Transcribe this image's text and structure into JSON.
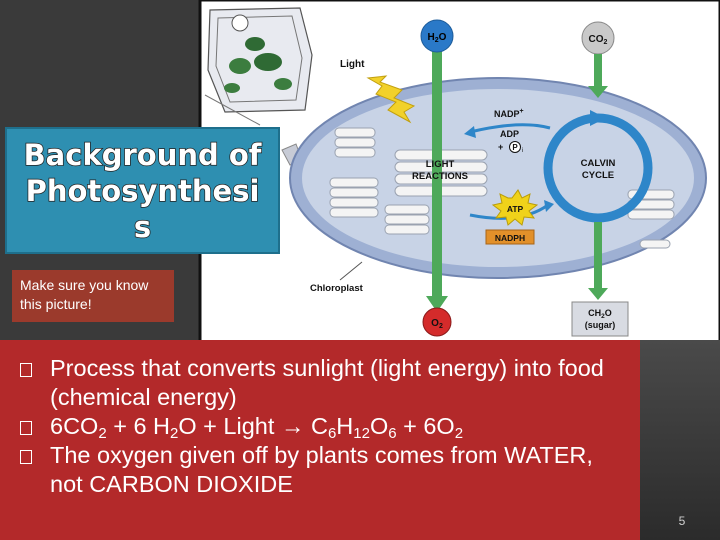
{
  "slide": {
    "title": "Background of Photosynthesis",
    "note": "Make sure you know this picture!",
    "page_number": "5"
  },
  "diagram": {
    "labels": {
      "light": "Light",
      "h2o_top": "H",
      "h2o_sub": "2",
      "h2o_end": "O",
      "co2_top": "CO",
      "co2_sub": "2",
      "nadp": "NADP",
      "nadp_sup": "+",
      "adp": "ADP",
      "pi_plus": "+",
      "pi": "P",
      "pi_sub": "i",
      "light_reactions_1": "LIGHT",
      "light_reactions_2": "REACTIONS",
      "calvin_1": "CALVIN",
      "calvin_2": "CYCLE",
      "atp": "ATP",
      "nadph": "NADPH",
      "chloroplast": "Chloroplast",
      "o2": "O",
      "o2_sub": "2",
      "ch2o_1": "CH",
      "ch2o_sub": "2",
      "ch2o_end": "O",
      "sugar": "(sugar)"
    },
    "colors": {
      "stroma": "#c8d3e6",
      "envelope": "#8fa2c8",
      "flow_arrow": "#4ea95a",
      "h2o_fill": "#2a79c8",
      "co2_fill": "#c9c9c9",
      "calvin": "#2e86c9",
      "atp_fill": "#f0d21a",
      "nadph_fill": "#e2902a",
      "o2_fill": "#d42b2b",
      "light_bolt": "#f2d12a"
    }
  },
  "bullets": [
    {
      "parts": [
        {
          "t": "Process that converts sunlight (light energy) into food (chemical energy)"
        }
      ]
    },
    {
      "parts": [
        {
          "t": "6CO"
        },
        {
          "sub": "2"
        },
        {
          "t": " + 6 H"
        },
        {
          "sub": "2"
        },
        {
          "t": "O + Light → C"
        },
        {
          "sub": "6"
        },
        {
          "t": "H"
        },
        {
          "sub": "12"
        },
        {
          "t": "O"
        },
        {
          "sub": "6"
        },
        {
          "t": " + 6O"
        },
        {
          "sub": "2"
        }
      ]
    },
    {
      "parts": [
        {
          "t": "The oxygen given off by plants comes from WATER, not CARBON DIOXIDE"
        }
      ]
    }
  ]
}
